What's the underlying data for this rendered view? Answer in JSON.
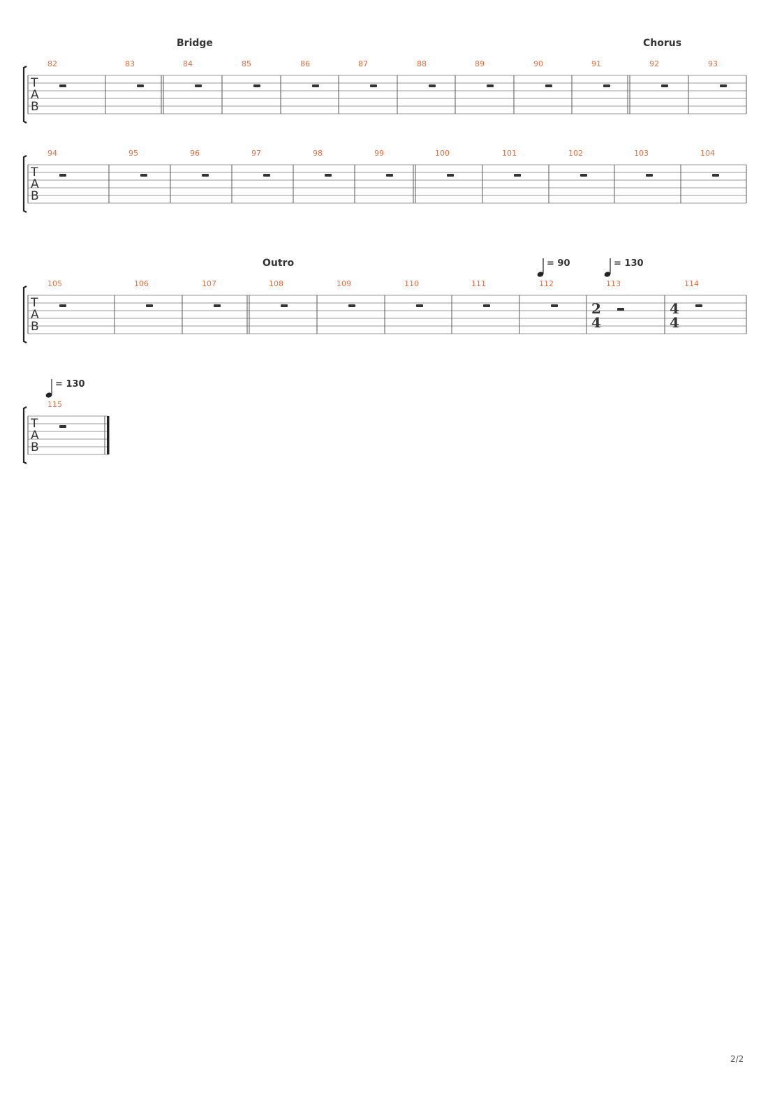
{
  "tab_clef": [
    "T",
    "A",
    "B"
  ],
  "page_indicator": "2/2",
  "systems": [
    {
      "measures": [
        {
          "number": "82"
        },
        {
          "number": "83"
        },
        {
          "number": "84",
          "section": "Bridge",
          "repeat_start": true
        },
        {
          "number": "85"
        },
        {
          "number": "86"
        },
        {
          "number": "87"
        },
        {
          "number": "88"
        },
        {
          "number": "89"
        },
        {
          "number": "90"
        },
        {
          "number": "91"
        },
        {
          "number": "92",
          "section": "Chorus",
          "repeat_start": true
        },
        {
          "number": "93"
        }
      ]
    },
    {
      "measures": [
        {
          "number": "94"
        },
        {
          "number": "95"
        },
        {
          "number": "96"
        },
        {
          "number": "97"
        },
        {
          "number": "98"
        },
        {
          "number": "99"
        },
        {
          "number": "100",
          "repeat_start": true
        },
        {
          "number": "101"
        },
        {
          "number": "102"
        },
        {
          "number": "103"
        },
        {
          "number": "104"
        }
      ]
    },
    {
      "measures": [
        {
          "number": "105"
        },
        {
          "number": "106"
        },
        {
          "number": "107"
        },
        {
          "number": "108",
          "section": "Outro",
          "repeat_start": true
        },
        {
          "number": "109"
        },
        {
          "number": "110"
        },
        {
          "number": "111"
        },
        {
          "number": "112",
          "tempo": "= 90"
        },
        {
          "number": "113",
          "tempo": "= 130",
          "time_signature": [
            "2",
            "4"
          ]
        },
        {
          "number": "114",
          "time_signature": [
            "4",
            "4"
          ]
        }
      ]
    },
    {
      "measures": [
        {
          "number": "115",
          "tempo": "= 130",
          "final": true
        }
      ]
    }
  ]
}
